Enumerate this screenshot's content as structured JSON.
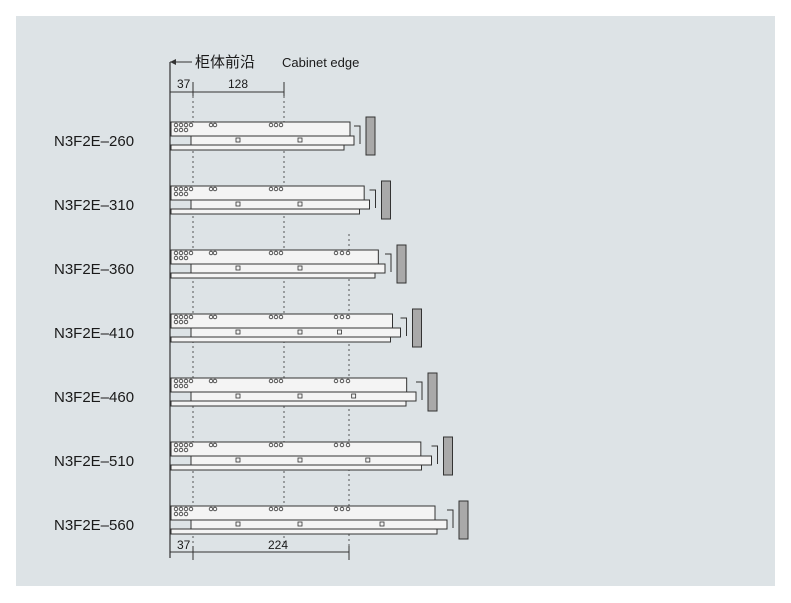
{
  "header": {
    "chinese_label": "柜体前沿",
    "english_label": "Cabinet edge"
  },
  "dimensions": {
    "top_front": "37",
    "top_hole": "128",
    "bottom_front": "37",
    "bottom_hole": "224"
  },
  "models": [
    {
      "label": "N3F2E–260",
      "length": 260
    },
    {
      "label": "N3F2E–310",
      "length": 310
    },
    {
      "label": "N3F2E–360",
      "length": 360
    },
    {
      "label": "N3F2E–410",
      "length": 410
    },
    {
      "label": "N3F2E–460",
      "length": 460
    },
    {
      "label": "N3F2E–510",
      "length": 510
    },
    {
      "label": "N3F2E–560",
      "length": 560
    }
  ],
  "colors": {
    "background": "#dde3e6",
    "line": "#333333",
    "rail_fill": "#f4f4f4",
    "cabinet_panel": "#a9a9a9"
  }
}
